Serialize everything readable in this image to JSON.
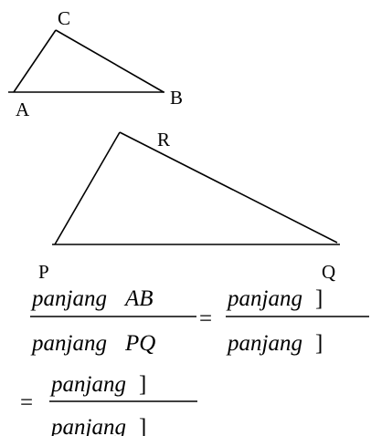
{
  "triangle_small": {
    "vertex_a": "A",
    "vertex_b": "B",
    "vertex_c": "C"
  },
  "triangle_large": {
    "vertex_p": "P",
    "vertex_q": "Q",
    "vertex_r": "R"
  },
  "equation_1": {
    "lhs_num_word": "panjang",
    "lhs_num_seg": "AB",
    "lhs_den_word": "panjang",
    "lhs_den_seg": "PQ",
    "equals": "=",
    "rhs_num_word": "panjang",
    "rhs_num_mark": "]",
    "rhs_den_word": "panjang",
    "rhs_den_mark": "]"
  },
  "equation_2": {
    "equals": "=",
    "num_word": "panjang",
    "num_mark": "]",
    "den_word": "panjang",
    "den_mark": "]"
  }
}
